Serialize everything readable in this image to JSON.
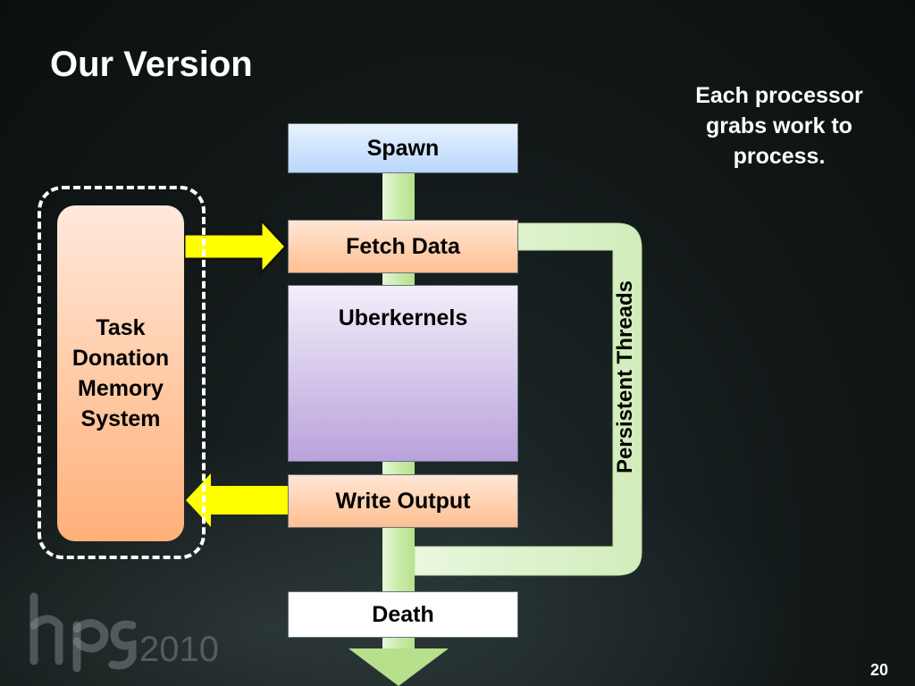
{
  "slide": {
    "title": "Our Version",
    "note": "Each processor grabs work to process.",
    "page_number": "20"
  },
  "diagram": {
    "nodes": {
      "spawn": "Spawn",
      "fetch_data": "Fetch Data",
      "uberkernels": "Uberkernels",
      "write_output": "Write Output",
      "death": "Death"
    },
    "side_box": "Task\nDonation\nMemory\nSystem",
    "loop_label": "Persistent Threads"
  },
  "logo": {
    "text": "hpg-2010"
  },
  "colors": {
    "flow_green": "#cfeeb0",
    "loop_fill": "#def2cc",
    "arrow_yellow": "#ffff00",
    "background": "#121818"
  }
}
